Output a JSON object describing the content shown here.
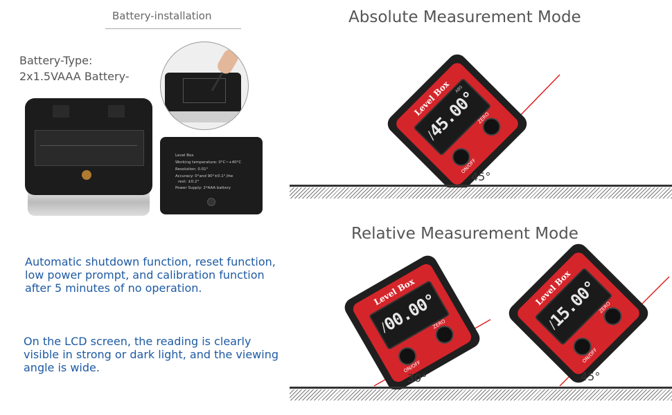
{
  "battery_section": {
    "title": "Battery-installation",
    "type_label": "Battery-Type:",
    "type_value": "2x1.5VAAA Battery-",
    "back_cover": {
      "line1": "Level Box",
      "line2": "Working temperature: 0°C~+40°C",
      "line3": "Resolution: 0.01°",
      "line4": "Accuracy: 0°and 90°±0.1°,the",
      "line5": "rest: ±0.2°",
      "line6": "Power Supply: 2*AAA battery"
    }
  },
  "features": {
    "shutdown_text_1": "Automatic shutdown function, reset function,",
    "shutdown_text_2": "low power prompt, and calibration function",
    "shutdown_text_3": "after 5 minutes of no operation.",
    "lcd_text_1": "On the LCD screen, the reading is clearly",
    "lcd_text_2": "visible in strong or dark light, and the viewing",
    "lcd_text_3": "angle is wide."
  },
  "absolute_mode": {
    "title": "Absolute Measurement Mode",
    "device": {
      "logo": "Level Box",
      "reading": "45.00°",
      "badge": "ABS",
      "on_off": "ON/OFF",
      "zero": "ZERO"
    },
    "angle_label": "45°"
  },
  "relative_mode": {
    "title": "Relative Measurement Mode",
    "device_left": {
      "logo": "Level Box",
      "reading": "00.00°",
      "on_off": "ON/OFF",
      "zero": "ZERO"
    },
    "device_right": {
      "logo": "Level Box",
      "reading": "15.00°",
      "on_off": "ON/OFF",
      "zero": "ZERO"
    },
    "angle_left": "30°",
    "angle_right": "45°"
  },
  "colors": {
    "device_red": "#d4252b",
    "device_black": "#1f1f1f",
    "laser_line": "#e02020",
    "text_blue": "#1e5aa3"
  }
}
